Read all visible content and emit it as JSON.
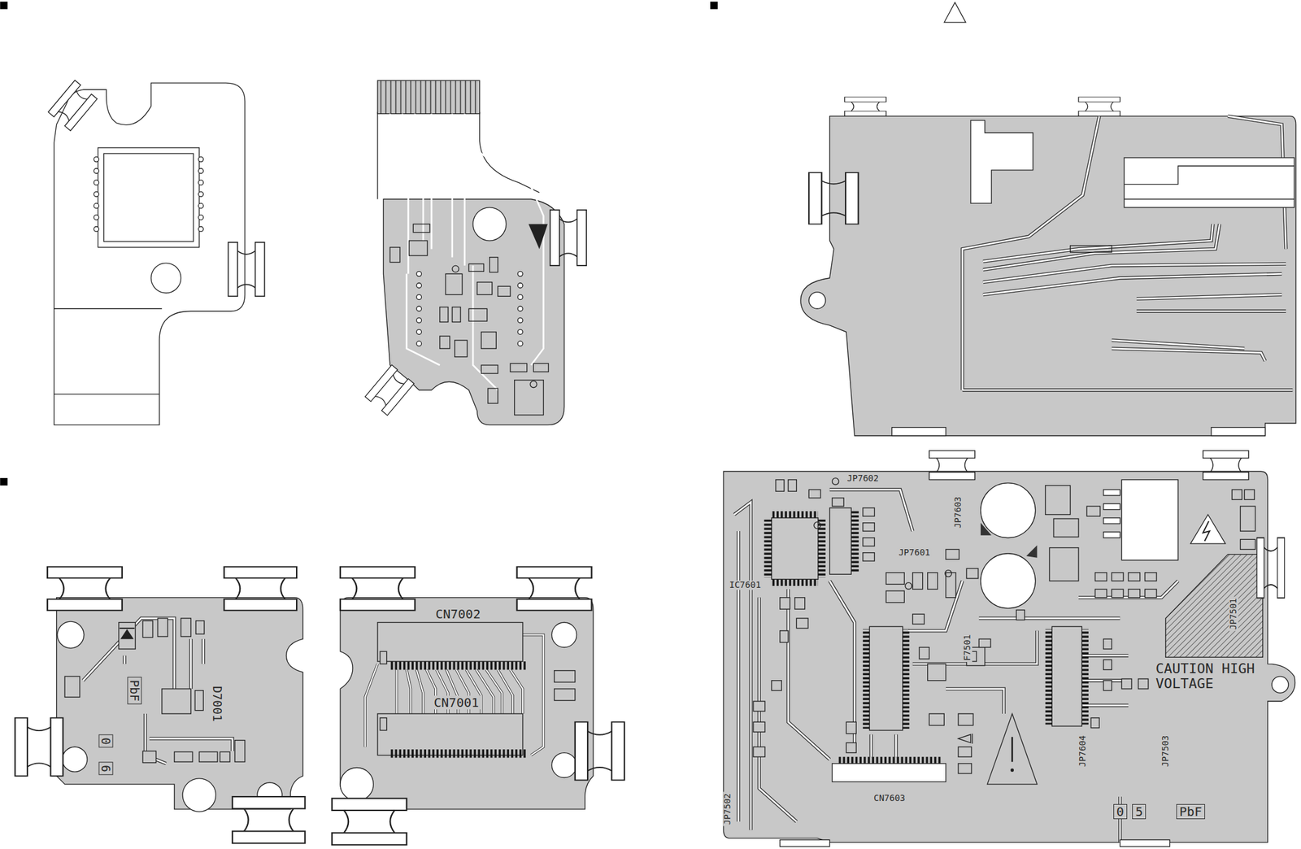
{
  "diagram": {
    "labels": [
      "D7001",
      "PbF",
      "0",
      "6",
      "CN7002",
      "CN7001",
      "JP7602",
      "JP7603",
      "JP7601",
      "IC7601",
      "F7501",
      "JP7501",
      "CAUTION HIGH VOLTAGE",
      "JP7604",
      "JP7503",
      "JP7502",
      "CN7603",
      "0",
      "5",
      "PbF"
    ]
  }
}
